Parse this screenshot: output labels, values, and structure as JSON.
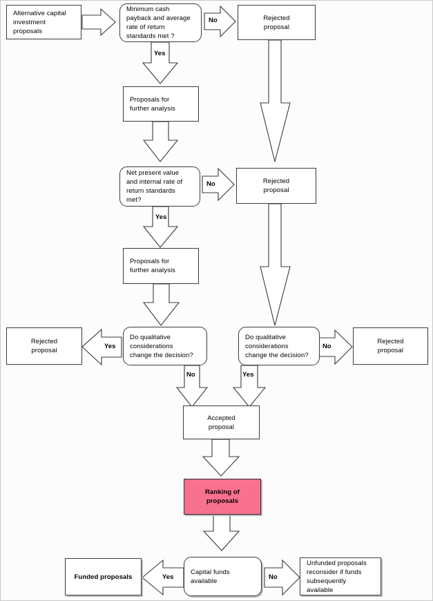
{
  "diagram": {
    "title": "Capital investment proposal evaluation flowchart",
    "accent_color": "#f8718e",
    "line_color": "#3a3a3a",
    "background": "#fcfcfc"
  },
  "nodes": {
    "alternative_proposals": "Alternative capital\ninvestment\nproposals",
    "decision_payback": "Minimum cash\npayback and average\nrate of  return\nstandards met ?",
    "rejected_1": "Rejected\nproposal",
    "proposals_further_1": "Proposals for\nfurther analysis",
    "decision_npv": "Net present value\nand internal rate of\nreturn standards\nmet?",
    "rejected_2": "Rejected\nproposal",
    "proposals_further_2": "Proposals for\nfurther analysis",
    "decision_qual_left": "Do qualitative\nconsiderations\nchange the decision?",
    "rejected_3": "Rejected\nproposal",
    "decision_qual_right": "Do qualitative\nconsiderations\nchange the decision?",
    "rejected_4": "Rejected\nproposal",
    "accepted_proposal": "Accepted\nproposal",
    "ranking_of_proposals": "Ranking of proposals",
    "decision_capital_funds": "Capital funds\navailable",
    "funded_proposals": "Funded proposals",
    "unfunded_proposals": "Unfunded proposals\nreconsider if funds\nsubsequently available"
  },
  "edge_labels": {
    "no_1": "No",
    "yes_1": "Yes",
    "no_2": "No",
    "yes_2": "Yes",
    "yes_qual_left": "Yes",
    "no_qual_left": "No",
    "yes_qual_right": "Yes",
    "no_qual_right": "No",
    "yes_funds": "Yes",
    "no_funds": "No"
  }
}
